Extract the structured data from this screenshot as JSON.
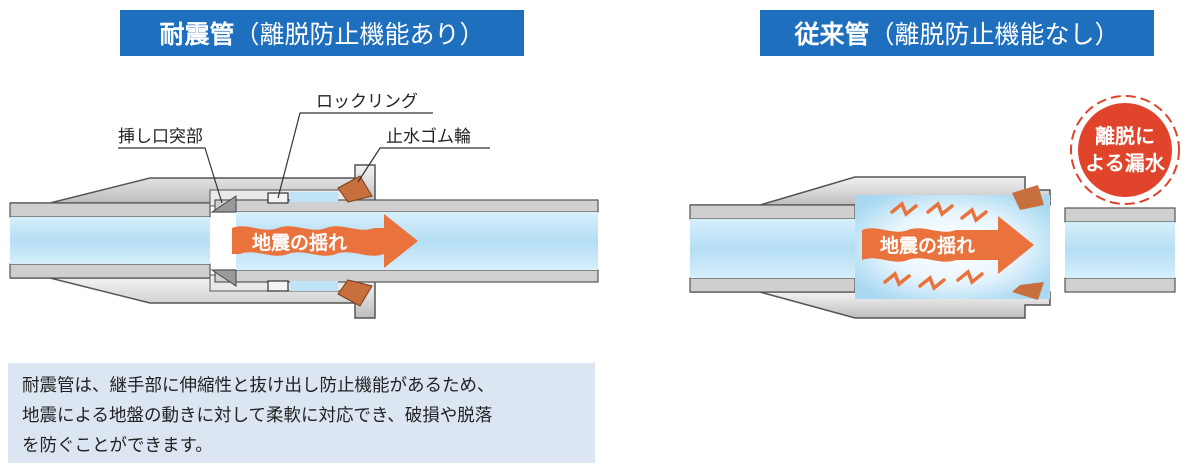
{
  "left": {
    "title_bold": "耐震管",
    "title_rest": "（離脱防止機能あり）",
    "labels": {
      "lock_ring": "ロックリング",
      "spigot": "挿し口突部",
      "rubber": "止水ゴム輪"
    },
    "arrow_text": "地震の揺れ"
  },
  "right": {
    "title_bold": "従来管",
    "title_rest": "（離脱防止機能なし）",
    "arrow_text": "地震の揺れ",
    "badge_line1": "離脱に",
    "badge_line2": "よる漏水"
  },
  "description": {
    "line1": "耐震管は、継手部に伸縮性と抜け出し防止機能があるため、",
    "line2": "地震による地盤の動きに対して柔軟に対応でき、破損や脱落",
    "line3": "を防ぐことができます。"
  },
  "colors": {
    "title_bg": "#1f6fbf",
    "water": "#bfe3f7",
    "arrow": "#e9723d",
    "rubber": "#c8703d",
    "badge": "#e0442a",
    "desc_bg": "#dce6f2"
  }
}
